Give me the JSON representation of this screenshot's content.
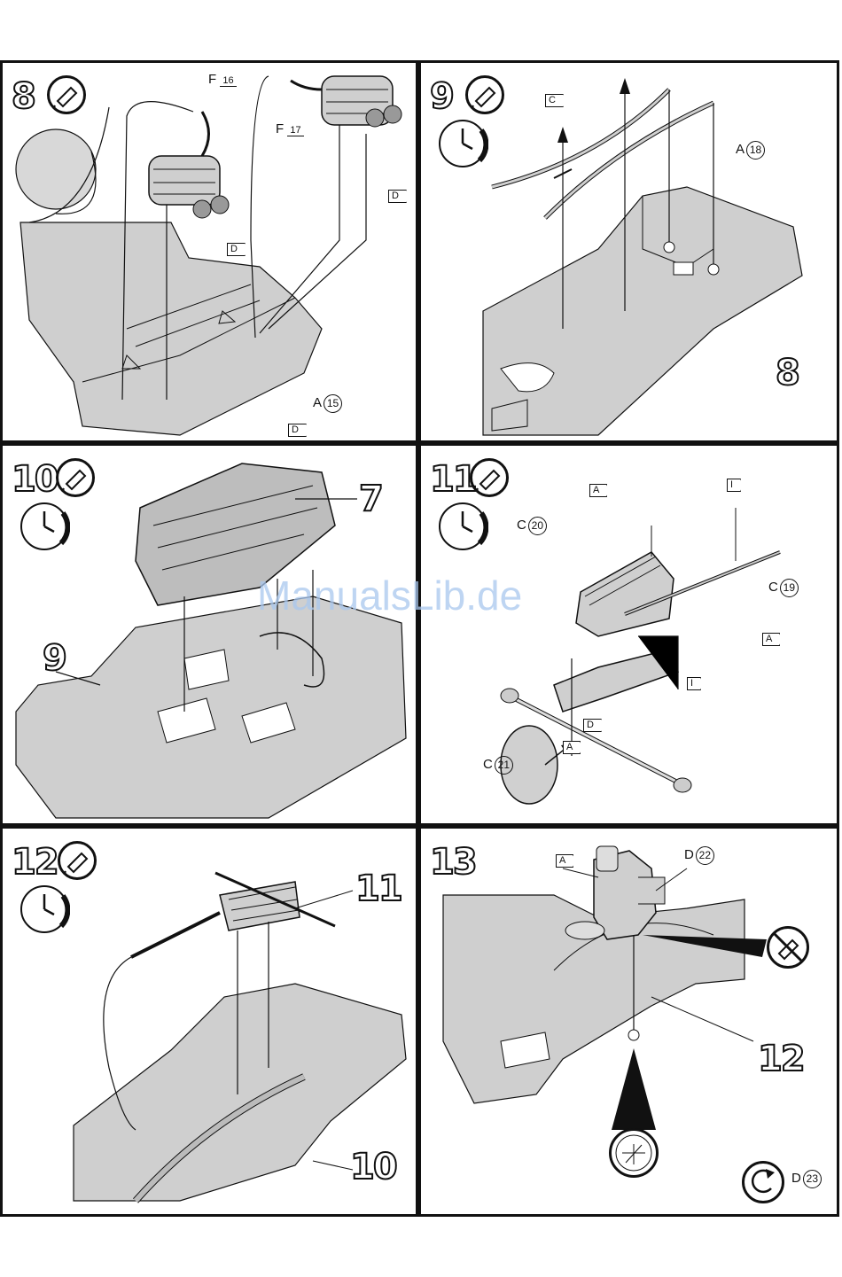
{
  "watermark": "ManualsLib.de",
  "steps": [
    {
      "number": "8",
      "callouts": {
        "f16_letter": "F",
        "f16_num": "16",
        "f17_letter": "F",
        "f17_num": "17",
        "d_tag": "D",
        "a15_letter": "A",
        "a15_num": "15"
      }
    },
    {
      "number": "9",
      "callouts": {
        "c_tag": "C",
        "a18_letter": "A",
        "a18_num": "18"
      },
      "ref": "8"
    },
    {
      "number": "10",
      "ref_engine": "7",
      "ref": "9"
    },
    {
      "number": "11",
      "callouts": {
        "a_tag": "A",
        "i_tag": "I",
        "c20_letter": "C",
        "c20_num": "20",
        "c19_letter": "C",
        "c19_num": "19",
        "c21_letter": "C",
        "c21_num": "21",
        "d_tag": "D"
      }
    },
    {
      "number": "12",
      "ref_part": "11",
      "ref": "10"
    },
    {
      "number": "13",
      "callouts": {
        "a_tag": "A",
        "d22_letter": "D",
        "d22_num": "22",
        "d23_letter": "D",
        "d23_num": "23"
      },
      "ref": "12"
    }
  ],
  "icons": [
    "glue-tube-icon",
    "clock-icon",
    "no-glue-icon",
    "magnify-icon",
    "rotate-icon"
  ]
}
